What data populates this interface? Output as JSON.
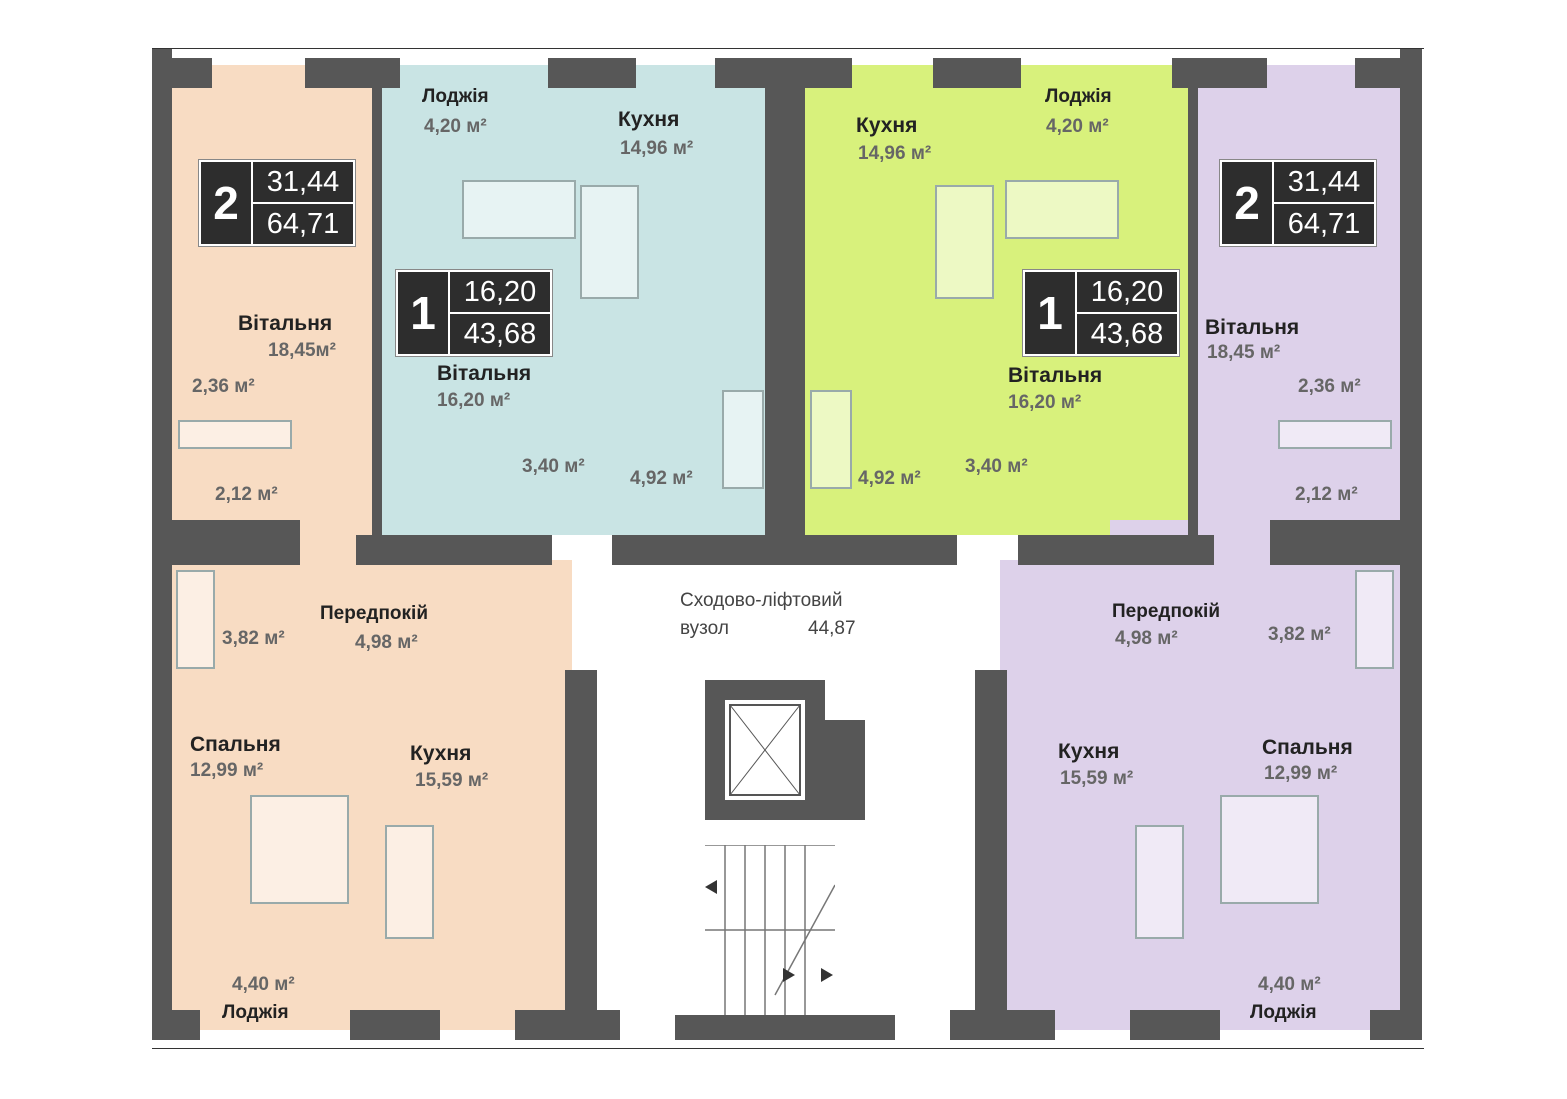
{
  "stairwell": {
    "label_line1": "Сходово-ліфтовий",
    "label_line2": "вузол",
    "area": "44,87"
  },
  "apartments": [
    {
      "id": "left-2room",
      "color": "#f8dcc3",
      "rooms_count": "2",
      "living_area": "31,44",
      "total_area": "64,71",
      "rooms": [
        {
          "name": "Вітальня",
          "area": "18,45м²"
        },
        {
          "name": "",
          "area": "2,36 м²"
        },
        {
          "name": "",
          "area": "2,12 м²"
        },
        {
          "name": "",
          "area": "3,82 м²"
        },
        {
          "name": "Передпокій",
          "area": "4,98 м²"
        },
        {
          "name": "Спальня",
          "area": "12,99 м²"
        },
        {
          "name": "Кухня",
          "area": "15,59 м²"
        },
        {
          "name": "Лоджія",
          "area": "4,40 м²"
        }
      ]
    },
    {
      "id": "left-1room",
      "color": "#c9e4e4",
      "rooms_count": "1",
      "living_area": "16,20",
      "total_area": "43,68",
      "rooms": [
        {
          "name": "Лоджія",
          "area": "4,20 м²"
        },
        {
          "name": "Кухня",
          "area": "14,96 м²"
        },
        {
          "name": "Вітальня",
          "area": "16,20 м²"
        },
        {
          "name": "",
          "area": "3,40 м²"
        },
        {
          "name": "",
          "area": "4,92 м²"
        }
      ]
    },
    {
      "id": "right-1room",
      "color": "#d8f17c",
      "rooms_count": "1",
      "living_area": "16,20",
      "total_area": "43,68",
      "rooms": [
        {
          "name": "Кухня",
          "area": "14,96 м²"
        },
        {
          "name": "Лоджія",
          "area": "4,20 м²"
        },
        {
          "name": "Вітальня",
          "area": "16,20 м²"
        },
        {
          "name": "",
          "area": "4,92 м²"
        },
        {
          "name": "",
          "area": "3,40 м²"
        }
      ]
    },
    {
      "id": "right-2room",
      "color": "#ddd1ea",
      "rooms_count": "2",
      "living_area": "31,44",
      "total_area": "64,71",
      "rooms": [
        {
          "name": "Вітальня",
          "area": "18,45 м²"
        },
        {
          "name": "",
          "area": "2,36 м²"
        },
        {
          "name": "",
          "area": "2,12 м²"
        },
        {
          "name": "Передпокій",
          "area": "4,98 м²"
        },
        {
          "name": "",
          "area": "3,82 м²"
        },
        {
          "name": "Кухня",
          "area": "15,59 м²"
        },
        {
          "name": "Спальня",
          "area": "12,99 м²"
        },
        {
          "name": "Лоджія",
          "area": "4,40 м²"
        }
      ]
    }
  ]
}
